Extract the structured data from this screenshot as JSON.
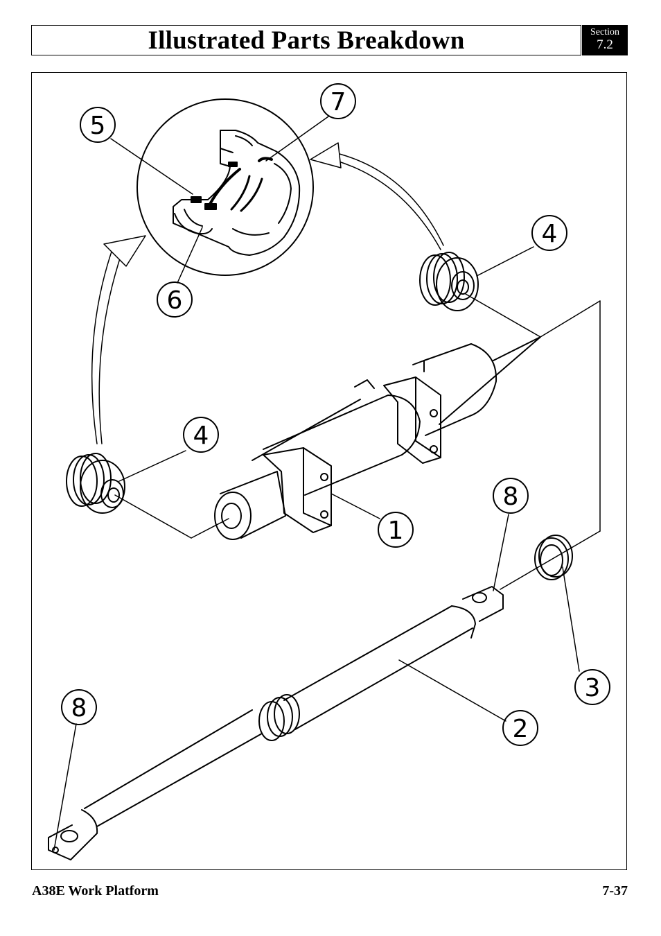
{
  "header": {
    "title": "Illustrated Parts Breakdown",
    "section_label": "Section",
    "section_number": "7.2"
  },
  "footer": {
    "model": "A38E Work Platform",
    "page": "7-37"
  },
  "callouts": {
    "c5": "5",
    "c7": "7",
    "c6": "6",
    "c4a": "4",
    "c4b": "4",
    "c1": "1",
    "c8a": "8",
    "c3": "3",
    "c8b": "8",
    "c2": "2"
  }
}
